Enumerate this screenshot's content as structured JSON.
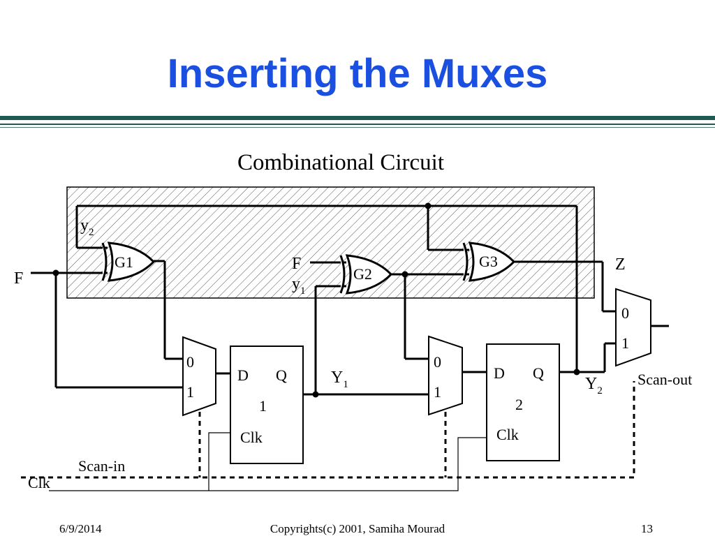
{
  "slide": {
    "title": "Inserting the Muxes",
    "accent_color": "#1a4fe0",
    "rule_color": "#1f5a52"
  },
  "diagram": {
    "region_label": "Combinational Circuit",
    "gates": {
      "g1": "G1",
      "g2": "G2",
      "g3": "G3"
    },
    "inputs": {
      "f_main": "F",
      "f_g2": "F",
      "y2_var": "y",
      "y2_sub": "2",
      "y1_var": "y",
      "y1_sub": "1"
    },
    "outputs": {
      "z": "Z",
      "scan_out": "Scan-out"
    },
    "signals": {
      "Y1": "Y",
      "Y1_sub": "1",
      "Y2": "Y",
      "Y2_sub": "2",
      "scan_in": "Scan-in",
      "clk": "Clk"
    },
    "mux": {
      "in0": "0",
      "in1": "1"
    },
    "flipflops": [
      {
        "d": "D",
        "q": "Q",
        "index": "1",
        "clk": "Clk"
      },
      {
        "d": "D",
        "q": "Q",
        "index": "2",
        "clk": "Clk"
      }
    ]
  },
  "footer": {
    "date": "6/9/2014",
    "copyright": "Copyrights(c) 2001, Samiha Mourad",
    "page_number": "13"
  }
}
